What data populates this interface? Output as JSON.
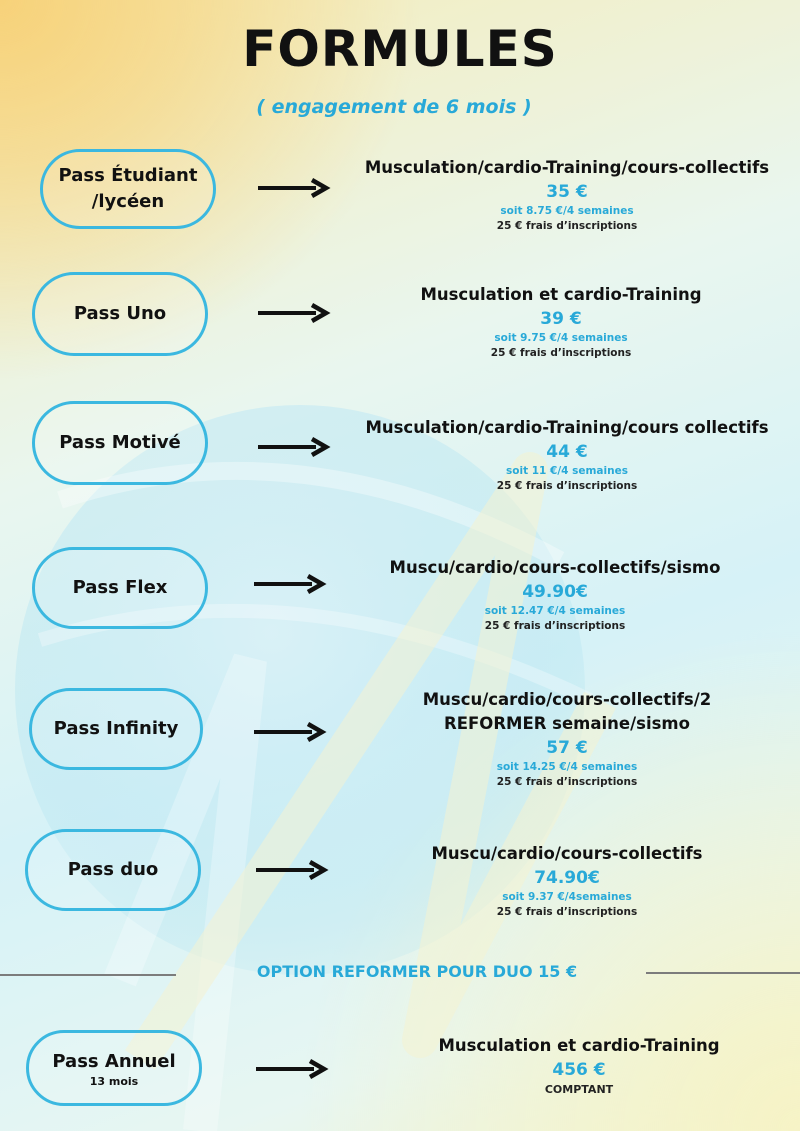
{
  "header": {
    "title": "FORMULES",
    "subtitle": "( engagement de 6 mois )"
  },
  "passes": [
    {
      "label_line1": "Pass Étudiant",
      "label_line2": "/lycéen",
      "offer_line1": "Musculation/cardio-Training/cours-collectifs",
      "price": "35 €",
      "monthly": "soit 8.75 €/4 semaines",
      "fees": "25 € frais d’inscriptions"
    },
    {
      "label_line1": "Pass Uno",
      "offer_line1": "Musculation et cardio-Training",
      "price": "39 €",
      "monthly": "soit 9.75 €/4 semaines",
      "fees": "25 € frais d’inscriptions"
    },
    {
      "label_line1": "Pass Motivé",
      "offer_line1": "Musculation/cardio-Training/cours collectifs",
      "price": "44 €",
      "monthly": "soit 11 €/4 semaines",
      "fees": "25 € frais d’inscriptions"
    },
    {
      "label_line1": "Pass Flex",
      "offer_line1": "Muscu/cardio/cours-collectifs/sismo",
      "price": "49.90€",
      "monthly": "soit 12.47 €/4 semaines",
      "fees": "25 € frais d’inscriptions"
    },
    {
      "label_line1": "Pass Infinity",
      "offer_line1": "Muscu/cardio/cours-collectifs/2",
      "offer_line2": "REFORMER semaine/sismo",
      "price": "57 €",
      "monthly": "soit 14.25 €/4 semaines",
      "fees": "25 € frais d’inscriptions"
    },
    {
      "label_line1": "Pass duo",
      "offer_line1": "Muscu/cardio/cours-collectifs",
      "price": "74.90€",
      "monthly": "soit 9.37 €/4semaines",
      "fees": "25 € frais d’inscriptions"
    }
  ],
  "option": {
    "text": "OPTION REFORMER POUR DUO 15 €"
  },
  "annual": {
    "label": "Pass Annuel",
    "sublabel": "13 mois",
    "offer_line1": "Musculation et cardio-Training",
    "price": "456 €",
    "payment": "COMPTANT"
  },
  "colors": {
    "accent": "#28a9d8",
    "pill_border": "#3bb8e0",
    "text": "#111111",
    "rule": "#7c7c7c"
  }
}
